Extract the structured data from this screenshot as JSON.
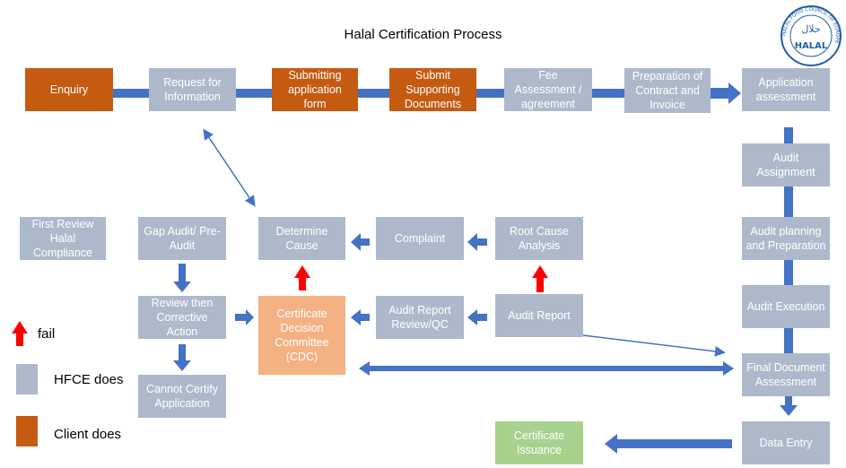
{
  "title": "Halal Certification Process",
  "colors": {
    "hfce": "#adb9ca",
    "client": "#c55a11",
    "cdc": "#f4b183",
    "issuance": "#a9d18e",
    "arrow": "#4472c4",
    "fail_arrow": "#ff0000"
  },
  "top_row": {
    "enquiry": "Enquiry",
    "request_info": "Request for Information",
    "submitting_form": "Submitting application form",
    "supporting_docs": "Submit Supporting Documents",
    "fee_assessment": "Fee Assessment / agreement",
    "contract": "Preparation of Contract and Invoice",
    "application_assessment": "Application assessment"
  },
  "right_column": {
    "audit_assignment": "Audit Assignment",
    "audit_planning": "Audit planning and Preparation",
    "audit_execution": "Audit Execution",
    "final_document": "Final Document Assessment",
    "data_entry": "Data Entry"
  },
  "middle": {
    "first_review": "First Review Halal Compliance",
    "gap_audit": "Gap Audit/ Pre-Audit",
    "review_corrective": "Review then Corrective Action",
    "cannot_certify": "Cannot Certify Application",
    "determine_cause": "Determine Cause",
    "cdc": "Certificate Decision Committee (CDC)",
    "complaint": "Complaint",
    "audit_report_review": "Audit Report Review/QC",
    "root_cause": "Root Cause Analysis",
    "audit_report": "Audit Report",
    "certificate_issuance": "Certificate Issuance"
  },
  "legend": {
    "fail": "fail",
    "hfce_does": "HFCE does",
    "client_does": "Client does"
  },
  "logo": {
    "word": "HALAL",
    "ring_text": "HALAL FOOD COUNCIL OF EUROPE",
    "arabic": "حلال"
  }
}
